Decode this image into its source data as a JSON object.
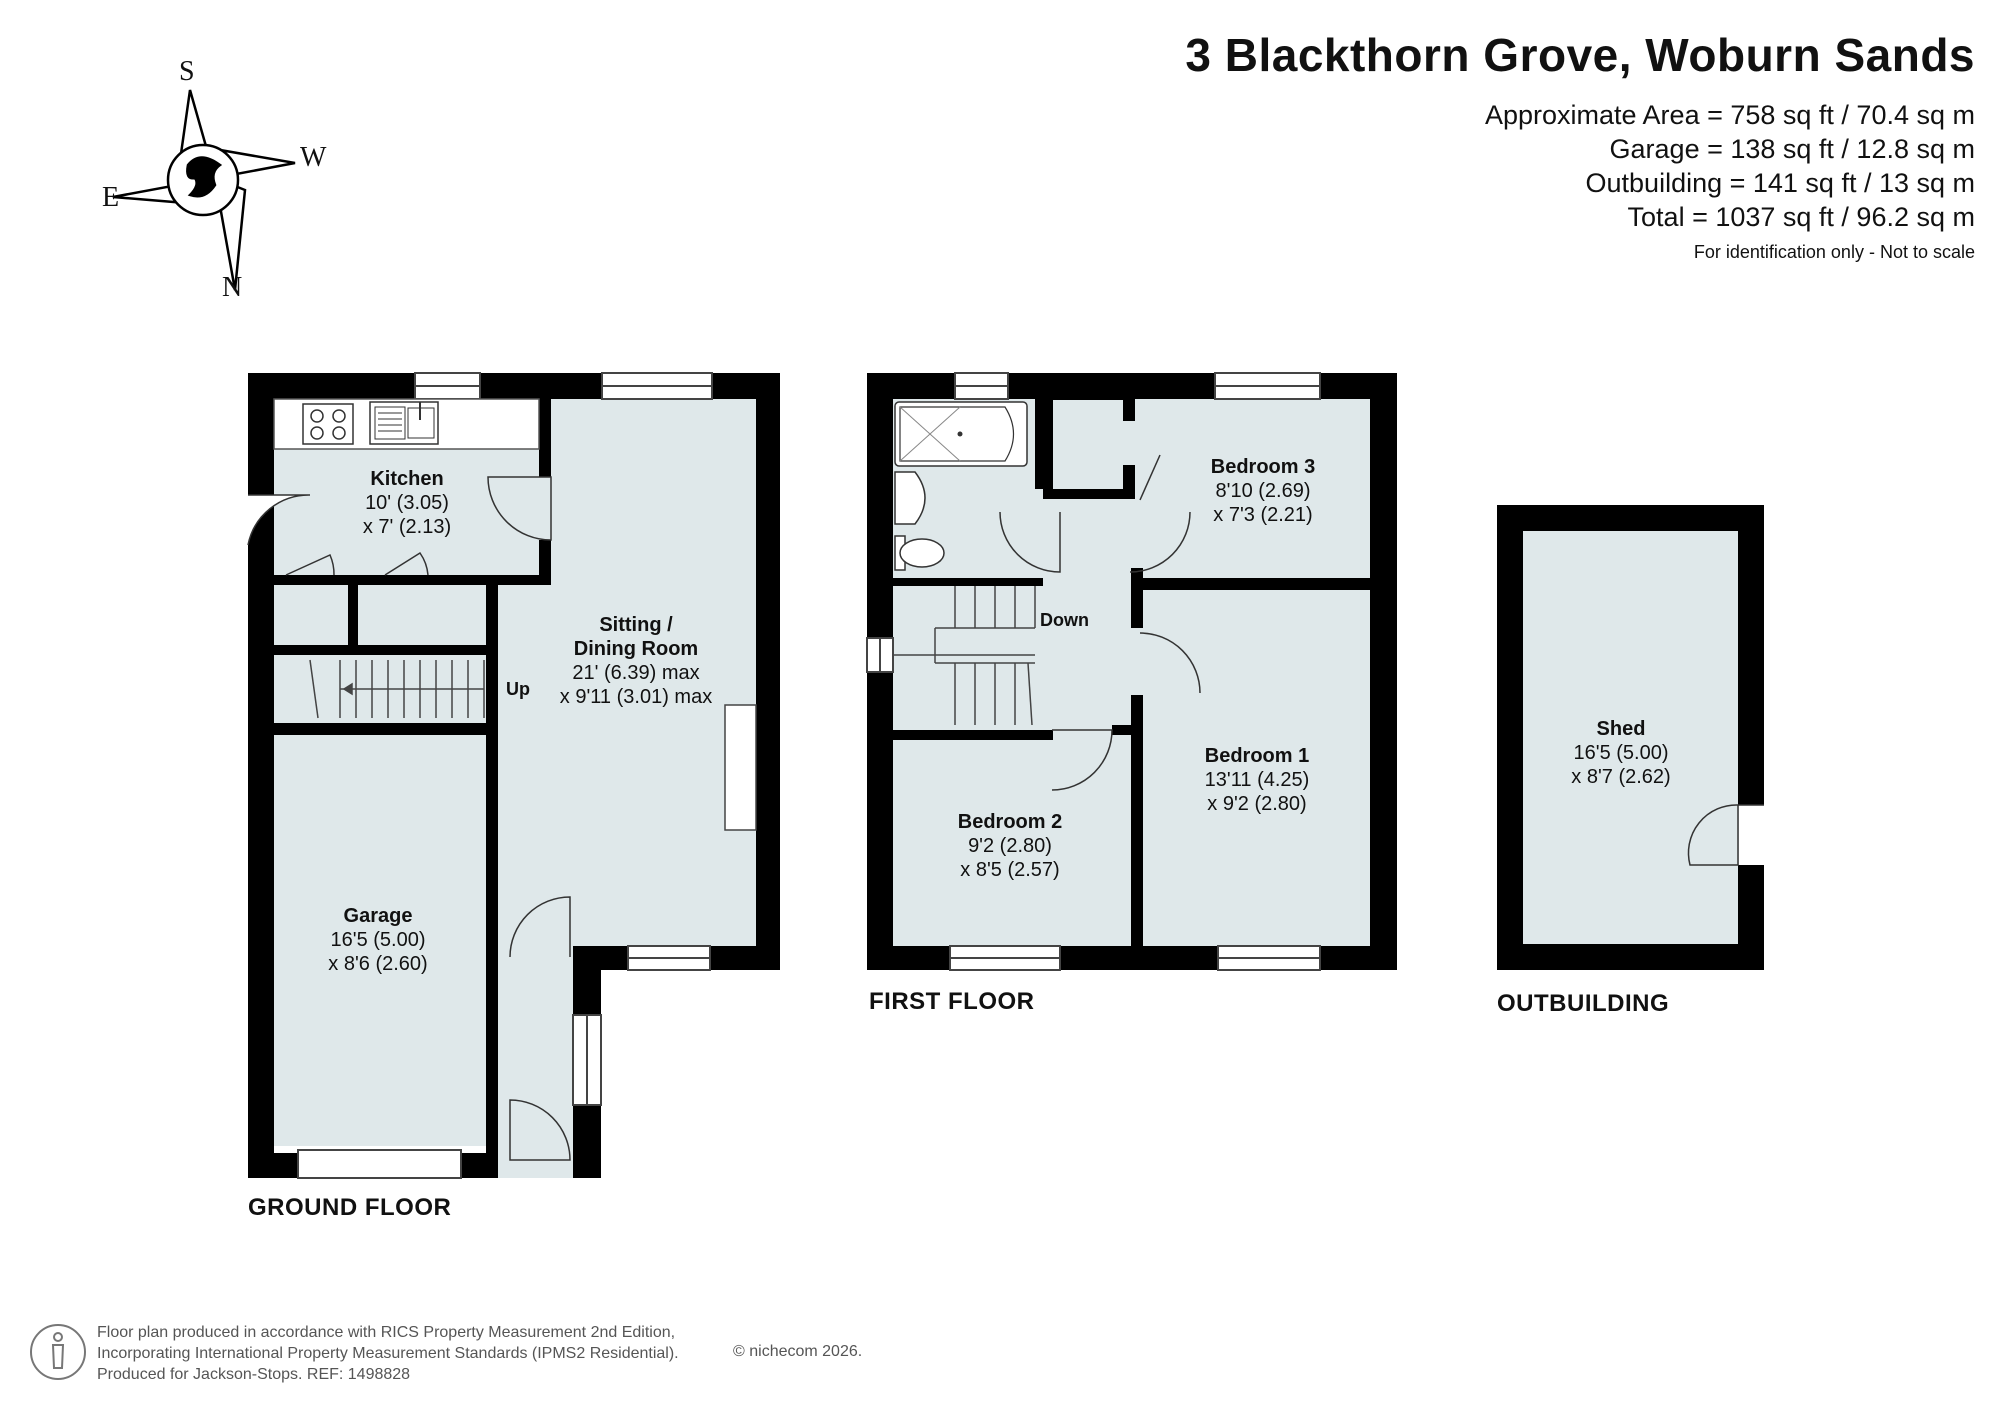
{
  "header": {
    "title": "3 Blackthorn Grove, Woburn Sands",
    "areas": [
      "Approximate Area = 758 sq ft / 70.4 sq m",
      "Garage = 138 sq ft / 12.8 sq m",
      "Outbuilding = 141 sq ft / 13 sq m",
      "Total = 1037 sq ft / 96.2 sq m"
    ],
    "disclaimer": "For identification only - Not to scale"
  },
  "compass": {
    "north": "N",
    "south": "S",
    "east": "E",
    "west": "W"
  },
  "floors": {
    "ground": "GROUND FLOOR",
    "first": "FIRST FLOOR",
    "outbuilding": "OUTBUILDING"
  },
  "rooms": {
    "kitchen": {
      "name": "Kitchen",
      "dim1": "10' (3.05)",
      "dim2": "x 7' (2.13)"
    },
    "sitting": {
      "name1": "Sitting /",
      "name2": "Dining Room",
      "dim1": "21' (6.39) max",
      "dim2": "x 9'11 (3.01) max"
    },
    "garage": {
      "name": "Garage",
      "dim1": "16'5 (5.00)",
      "dim2": "x 8'6 (2.60)"
    },
    "bedroom3": {
      "name": "Bedroom 3",
      "dim1": "8'10 (2.69)",
      "dim2": "x 7'3 (2.21)"
    },
    "bedroom1": {
      "name": "Bedroom 1",
      "dim1": "13'11 (4.25)",
      "dim2": "x 9'2 (2.80)"
    },
    "bedroom2": {
      "name": "Bedroom 2",
      "dim1": "9'2 (2.80)",
      "dim2": "x 8'5 (2.57)"
    },
    "shed": {
      "name": "Shed",
      "dim1": "16'5 (5.00)",
      "dim2": "x 8'7 (2.62)"
    }
  },
  "stairs": {
    "up": "Up",
    "down": "Down"
  },
  "footer": {
    "lines": [
      "Floor plan produced in accordance with RICS Property Measurement 2nd Edition,",
      "Incorporating International Property Measurement Standards (IPMS2 Residential).",
      "Produced for Jackson-Stops.   REF:  1498828"
    ],
    "copyright": "© nichecom 2026."
  },
  "colors": {
    "wall": "#000000",
    "floor": "#dfe8ea",
    "fixture": "#ffffff",
    "line": "#333333"
  }
}
